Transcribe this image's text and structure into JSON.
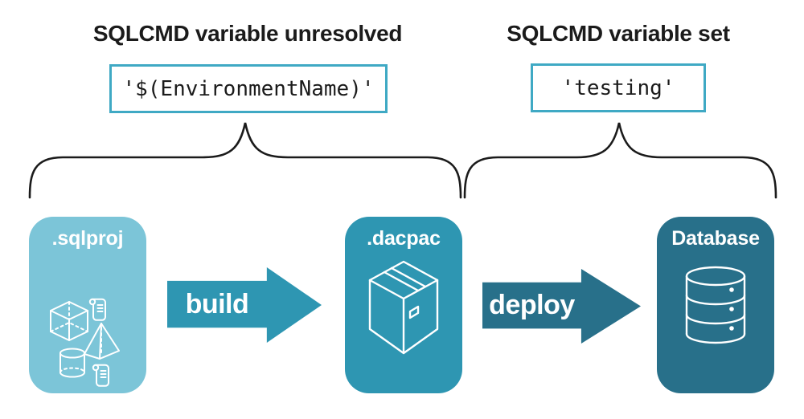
{
  "colors": {
    "light_card": "#7CC5D8",
    "teal_card": "#2E96B2",
    "dark_card": "#28708A",
    "code_border": "#3FA9C4",
    "ink": "#1B1B1B"
  },
  "annotations": {
    "unresolved": {
      "heading": "SQLCMD variable unresolved",
      "code": "'$(EnvironmentName)'"
    },
    "resolved": {
      "heading": "SQLCMD variable set",
      "code": "'testing'"
    }
  },
  "pipeline": {
    "stages": [
      {
        "label": ".sqlproj",
        "icon": "sql-project-objects-icon"
      },
      {
        "label": ".dacpac",
        "icon": "package-box-icon"
      },
      {
        "label": "Database",
        "icon": "database-cylinder-icon"
      }
    ],
    "arrows": [
      {
        "label": "build"
      },
      {
        "label": "deploy"
      }
    ]
  }
}
